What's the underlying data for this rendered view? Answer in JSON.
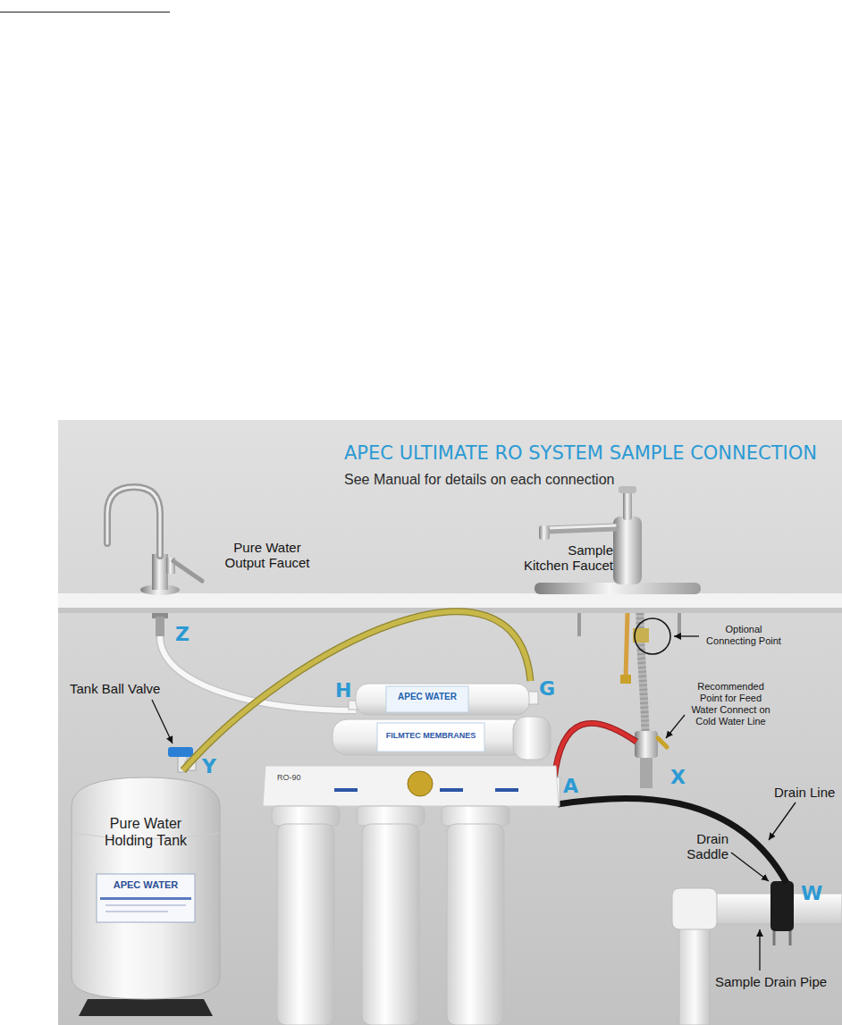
{
  "diagram": {
    "title": "APEC ULTIMATE RO SYSTEM SAMPLE CONNECTION",
    "nodes": [
      {
        "text": [
          "Pure Water Holding Tank",
          "APEC WATER"
        ]
      },
      {
        "text": [
          "APEC WATER",
          "FILMTEC MEMBRANES",
          "RO-90"
        ]
      }
    ],
    "edges": [
      {
        "from": 1,
        "to": 0,
        "arrow": "none"
      }
    ],
    "labels": [
      "See Manual for details on each connection",
      "Pure Water Output Faucet",
      "Sample Kitchen Faucet",
      "Optional Connecting Point",
      "Z",
      "Tank Ball Valve",
      "H",
      "G",
      "Recommended Point for Feed Water Connect on Cold Water Line",
      "Y",
      "X",
      "A",
      "Drain Line",
      "Drain Saddle",
      "W",
      "Sample Drain Pipe"
    ]
  }
}
